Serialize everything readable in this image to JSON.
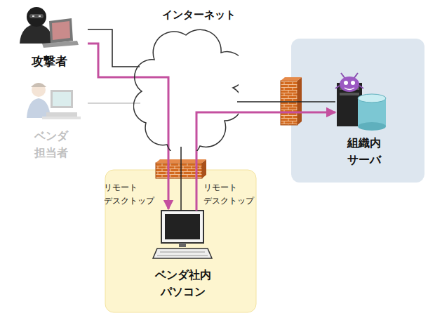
{
  "diagram": {
    "nodes": [
      {
        "text": [
          "インターネット"
        ]
      },
      {
        "text": [
          "攻撃者"
        ]
      },
      {
        "text": [
          "ベンダ 担当者"
        ]
      },
      {
        "text": [
          "組織内 サーバ"
        ]
      },
      {
        "text": [
          "ベンダ社内 パソコン"
        ]
      }
    ],
    "edges": [
      {
        "from": 1,
        "to": 0,
        "arrow": "none"
      },
      {
        "from": 2,
        "to": 0,
        "arrow": "none"
      },
      {
        "from": 0,
        "to": 3,
        "arrow": "none"
      },
      {
        "from": 0,
        "to": 4,
        "arrow": "none"
      },
      {
        "from": 1,
        "to": 4,
        "arrow": "to",
        "label": "リモート デスクトップ"
      },
      {
        "from": 4,
        "to": 3,
        "arrow": "to",
        "label": "リモート デスクトップ"
      }
    ]
  }
}
